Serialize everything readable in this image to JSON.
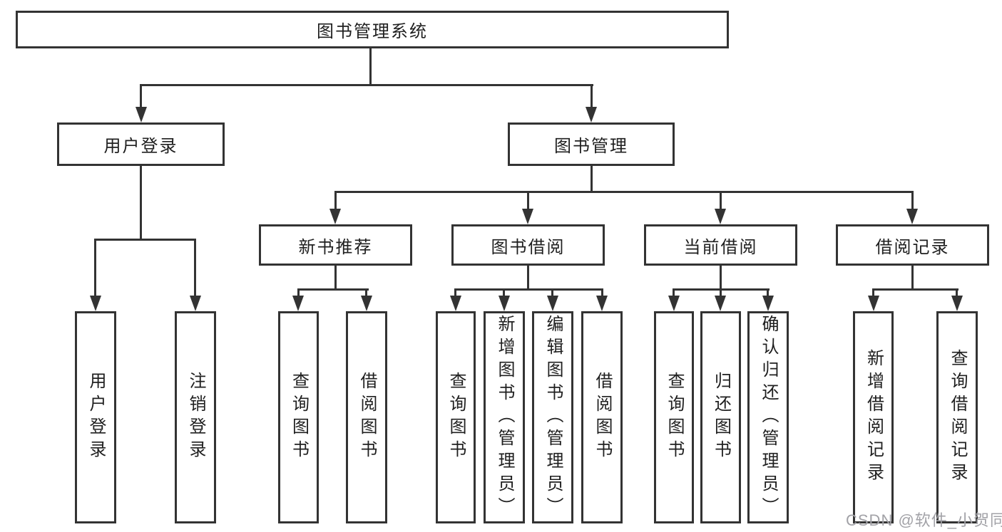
{
  "tree": {
    "root": {
      "label": "图书管理系统"
    },
    "branches": [
      {
        "label": "用户登录",
        "children": [
          {
            "label": "用户登录"
          },
          {
            "label": "注销登录"
          }
        ]
      },
      {
        "label": "图书管理",
        "children": [
          {
            "label": "新书推荐",
            "children": [
              {
                "label": "查询图书"
              },
              {
                "label": "借阅图书"
              }
            ]
          },
          {
            "label": "图书借阅",
            "children": [
              {
                "label": "查询图书"
              },
              {
                "label": "新增图书（管理员）"
              },
              {
                "label": "编辑图书（管理员）"
              },
              {
                "label": "借阅图书"
              }
            ]
          },
          {
            "label": "当前借阅",
            "children": [
              {
                "label": "查询图书"
              },
              {
                "label": "归还图书"
              },
              {
                "label": "确认归还（管理员）"
              }
            ]
          },
          {
            "label": "借阅记录",
            "children": [
              {
                "label": "新增借阅记录"
              },
              {
                "label": "查询借阅记录"
              }
            ]
          }
        ]
      }
    ]
  },
  "watermark": "CSDN @软件_小贺同学",
  "colors": {
    "line": "#333333",
    "text": "#1f1f1f",
    "watermark": "#a2a2a7",
    "background": "#ffffff"
  }
}
